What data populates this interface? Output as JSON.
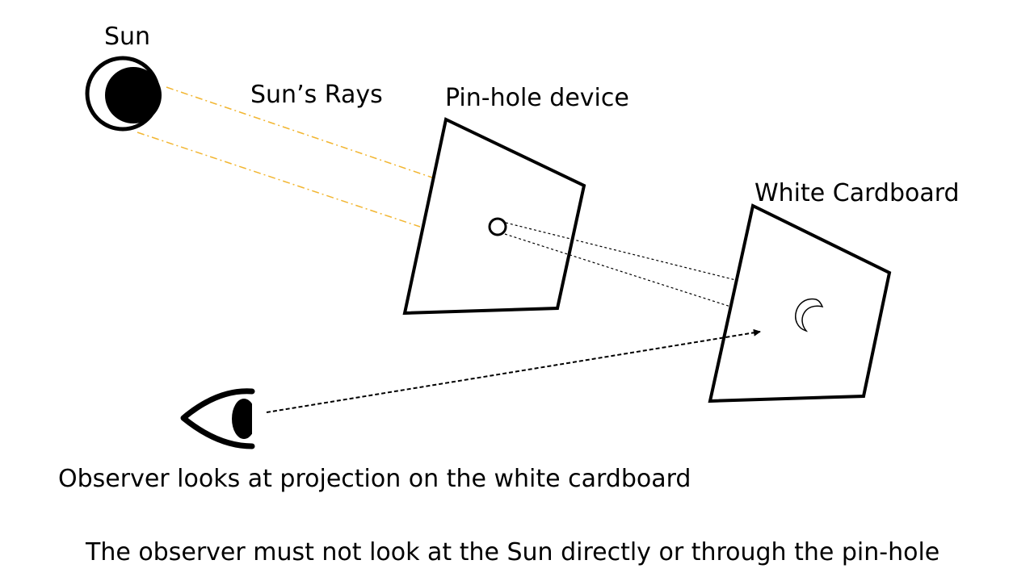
{
  "labels": {
    "sun": "Sun",
    "rays": "Sun’s Rays",
    "pinhole_device": "Pin-hole device",
    "cardboard": "White Cardboard"
  },
  "captions": {
    "observer": "Observer looks at projection on the white cardboard",
    "warning": "The observer must not look at the Sun directly or through the pin-hole"
  },
  "colors": {
    "background": "#ffffff",
    "ink": "#000000",
    "sun_ray": "#f2b632"
  }
}
